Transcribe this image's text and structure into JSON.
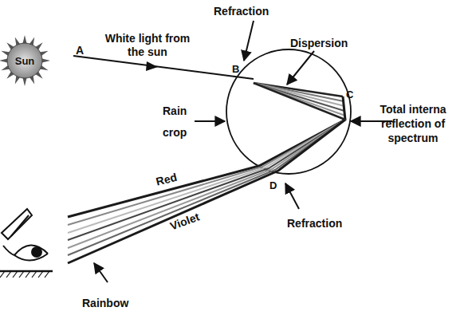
{
  "diagram": {
    "nodes": [
      {
        "text": [
          "Sun"
        ]
      }
    ],
    "labels": [
      "A",
      "White light from the sun",
      "Refraction",
      "B",
      "Dispersion",
      "C",
      "Rain crop",
      "Total interna reflection of spectrum",
      "Red",
      "Violet",
      "D",
      "Refraction",
      "Rainbow"
    ]
  }
}
